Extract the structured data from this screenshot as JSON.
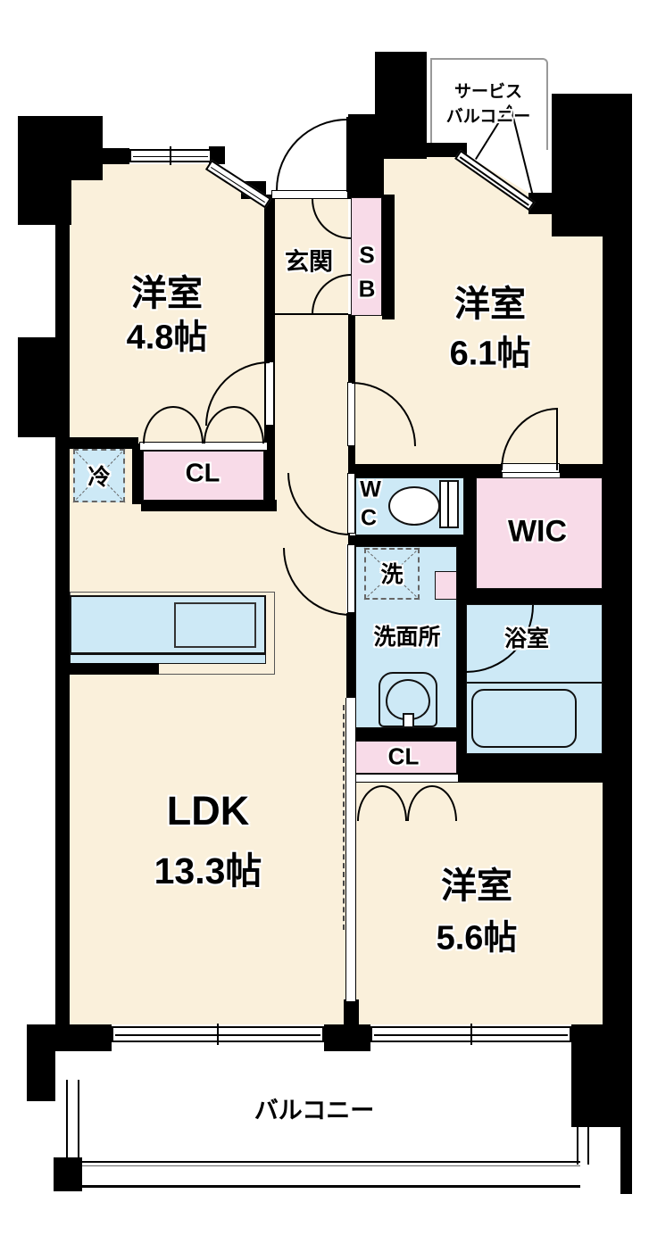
{
  "colors": {
    "floor_room": "#FAF0DB",
    "closet_pink": "#F8DBE8",
    "wet_blue": "#CDE9F6",
    "wall_black": "#000000",
    "rail_gray": "#999999"
  },
  "labels": {
    "room_48": {
      "name": "洋室",
      "size": "4.8帖"
    },
    "genkan": {
      "name": "玄関"
    },
    "shoe_box": {
      "line1": "S",
      "line2": "B"
    },
    "service_balcony": {
      "line1": "サービス",
      "line2": "バルコニー"
    },
    "room_61": {
      "name": "洋室",
      "size": "6.1帖"
    },
    "fridge": {
      "name": "冷"
    },
    "closet_north": {
      "name": "CL"
    },
    "wc": {
      "line1": "W",
      "line2": "C"
    },
    "wic": {
      "name": "WIC"
    },
    "laundry": {
      "name": "洗"
    },
    "washroom": {
      "name": "洗面所"
    },
    "bathroom": {
      "name": "浴室"
    },
    "closet_mid": {
      "name": "CL"
    },
    "ldk": {
      "name": "LDK",
      "size": "13.3帖"
    },
    "room_56": {
      "name": "洋室",
      "size": "5.6帖"
    },
    "balcony": {
      "name": "バルコニー"
    }
  }
}
